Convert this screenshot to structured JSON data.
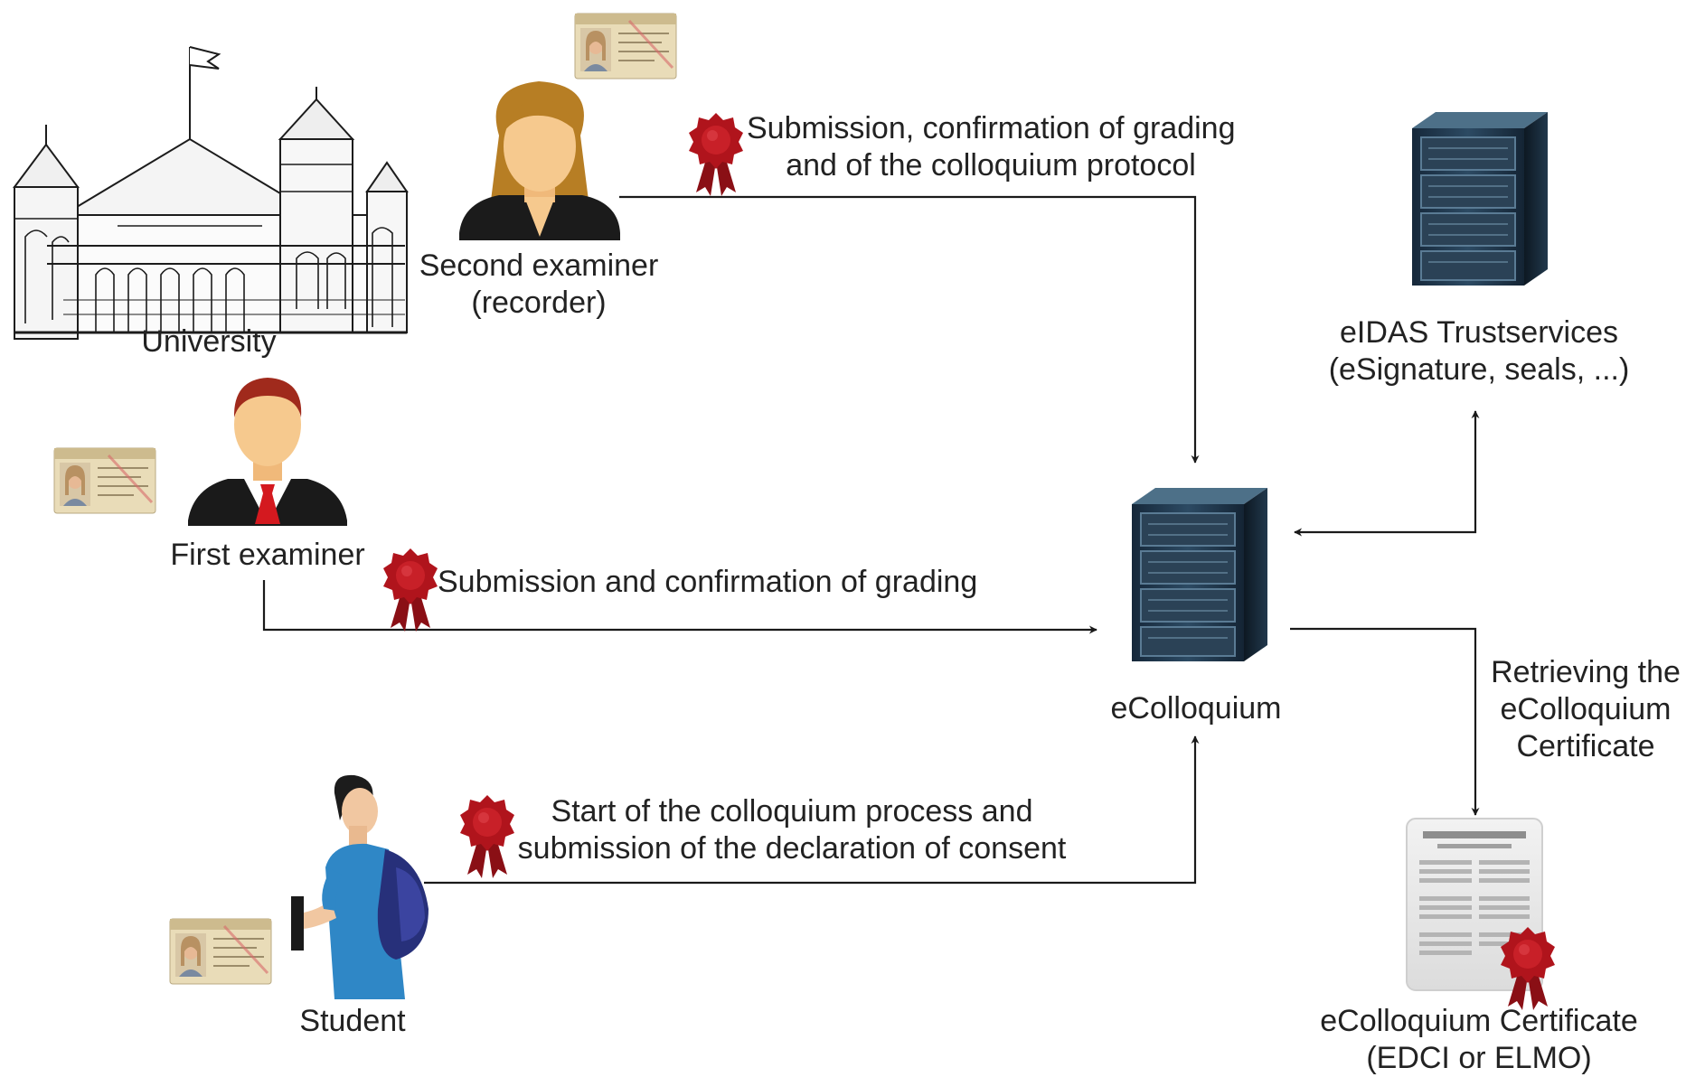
{
  "actors": {
    "university": {
      "label": "University",
      "icon": "university-building-icon"
    },
    "second_examiner": {
      "label_lines": [
        "Second examiner",
        "(recorder)"
      ],
      "icon": "female-person-icon"
    },
    "first_examiner": {
      "label": "First examiner",
      "icon": "male-person-icon"
    },
    "student": {
      "label": "Student",
      "icon": "student-icon"
    }
  },
  "systems": {
    "ecolloquium": {
      "label": "eColloquium",
      "icon": "server-icon"
    },
    "eidas": {
      "label_lines": [
        "eIDAS Trustservices",
        "(eSignature, seals, ...)"
      ],
      "icon": "server-icon"
    },
    "certificate": {
      "label_lines": [
        "eColloquium Certificate",
        "(EDCI or ELMO)"
      ],
      "icon": "certificate-document-icon"
    }
  },
  "flows": {
    "second_examiner_submission": {
      "label_lines": [
        "Submission, confirmation of grading",
        "and of the colloquium protocol"
      ],
      "icon": "seal-icon"
    },
    "first_examiner_submission": {
      "label": "Submission and confirmation of grading",
      "icon": "seal-icon"
    },
    "student_start": {
      "label_lines": [
        "Start of the colloquium process and",
        "submission of the declaration of consent"
      ],
      "icon": "seal-icon"
    },
    "retrieve_certificate": {
      "label_lines": [
        "Retrieving the",
        "eColloquium",
        "Certificate"
      ]
    }
  },
  "colors": {
    "line": "#1a1a1a",
    "seal": "#a8141b",
    "server_body": "#1f3345",
    "server_top": "#4d7088",
    "skin": "#f6c98e",
    "female_hair": "#b77e24",
    "male_hair": "#a02a1c",
    "student_shirt": "#2f87c6",
    "student_bag": "#27307a"
  }
}
